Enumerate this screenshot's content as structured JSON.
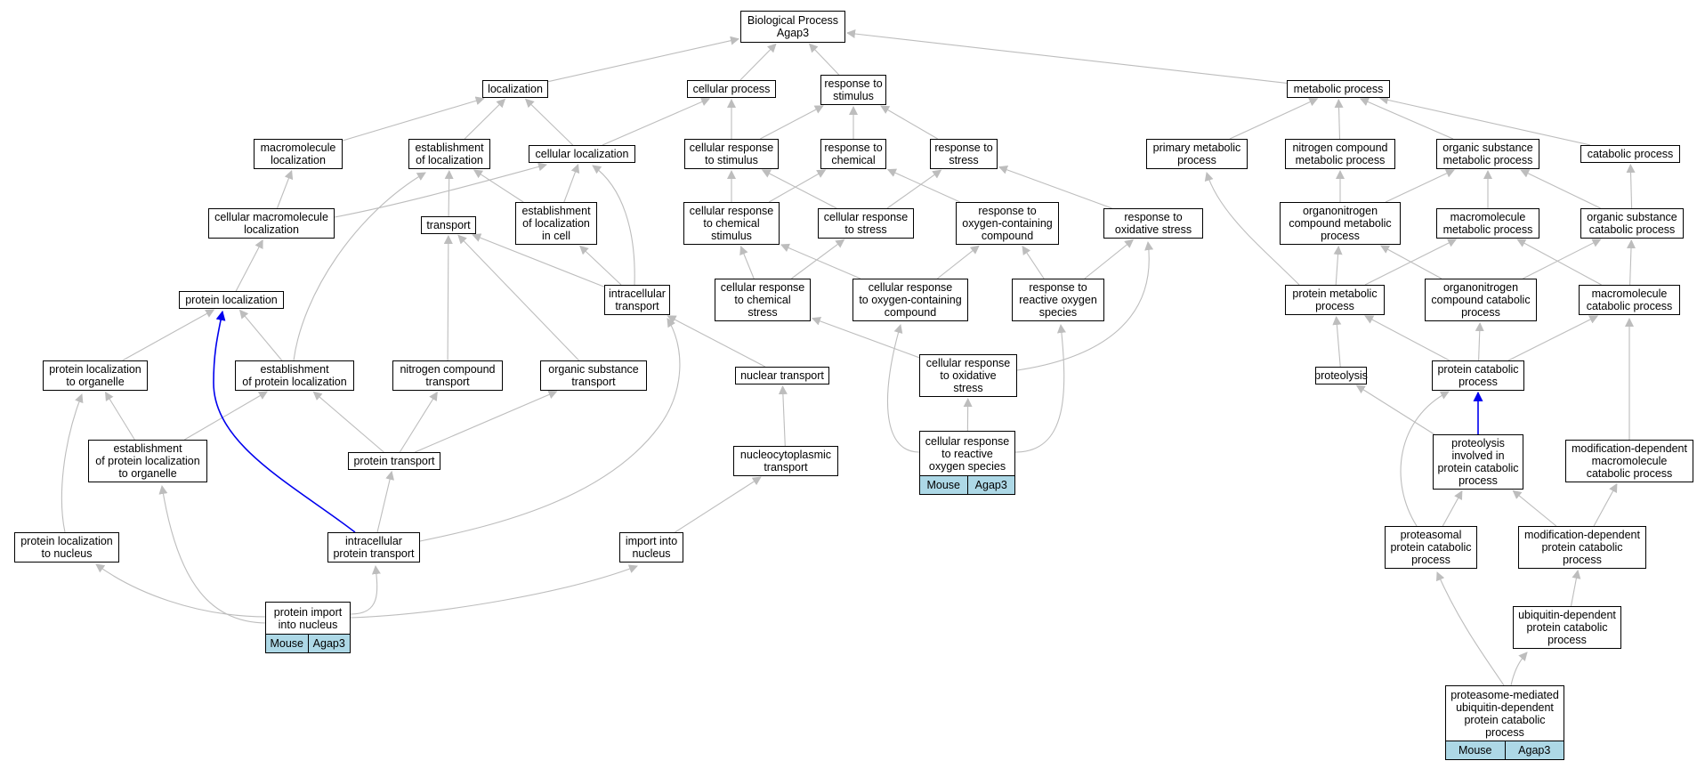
{
  "colors": {
    "edge": "#bdbdbd",
    "highlight_edge": "#0000ee",
    "legend_fill": "#add8e6"
  },
  "nodes": {
    "biological_process": "Biological Process\nAgap3",
    "localization": "localization",
    "cellular_process": "cellular process",
    "response_to_stimulus": "response to\nstimulus",
    "metabolic_process": "metabolic process",
    "macromolecule_localization": "macromolecule\nlocalization",
    "establishment_of_localization": "establishment\nof localization",
    "cellular_localization": "cellular localization",
    "cellular_response_to_stimulus": "cellular response\nto stimulus",
    "response_to_chemical": "response to\nchemical",
    "response_to_stress": "response to\nstress",
    "primary_metabolic_process": "primary metabolic\nprocess",
    "nitrogen_compound_metabolic_process": "nitrogen compound\nmetabolic process",
    "organic_substance_metabolic_process": "organic substance\nmetabolic process",
    "catabolic_process": "catabolic process",
    "cellular_macromolecule_localization": "cellular macromolecule\nlocalization",
    "transport": "transport",
    "establishment_of_localization_in_cell": "establishment\nof localization\nin cell",
    "cellular_response_to_chemical_stimulus": "cellular response\nto chemical\nstimulus",
    "cellular_response_to_stress": "cellular response\nto stress",
    "response_to_oxygen_containing_compound": "response to\noxygen-containing\ncompound",
    "response_to_oxidative_stress": "response to\noxidative stress",
    "organonitrogen_compound_metabolic_process": "organonitrogen\ncompound metabolic\nprocess",
    "macromolecule_metabolic_process": "macromolecule\nmetabolic process",
    "organic_substance_catabolic_process": "organic substance\ncatabolic process",
    "protein_localization": "protein localization",
    "intracellular_transport": "intracellular\ntransport",
    "cellular_response_to_chemical_stress": "cellular response\nto chemical\nstress",
    "cellular_response_to_oxygen_containing_compound": "cellular response\nto oxygen-containing\ncompound",
    "response_to_reactive_oxygen_species": "response to\nreactive oxygen\nspecies",
    "protein_metabolic_process": "protein metabolic\nprocess",
    "organonitrogen_compound_catabolic_process": "organonitrogen\ncompound catabolic\nprocess",
    "macromolecule_catabolic_process": "macromolecule\ncatabolic process",
    "protein_localization_to_organelle": "protein localization\nto organelle",
    "establishment_of_protein_localization": "establishment\nof protein localization",
    "nitrogen_compound_transport": "nitrogen compound\ntransport",
    "organic_substance_transport": "organic substance\ntransport",
    "nuclear_transport": "nuclear transport",
    "cellular_response_to_oxidative_stress": "cellular response\nto oxidative\nstress",
    "proteolysis": "proteolysis",
    "protein_catabolic_process": "protein catabolic\nprocess",
    "establishment_of_protein_localization_to_organelle": "establishment\nof protein localization\nto organelle",
    "protein_transport": "protein transport",
    "nucleocytoplasmic_transport": "nucleocytoplasmic\ntransport",
    "cellular_response_to_reactive_oxygen_species": "cellular response\nto reactive\noxygen species",
    "proteolysis_involved_in_protein_catabolic_process": "proteolysis\ninvolved in\nprotein catabolic\nprocess",
    "modification_dependent_macromolecule_catabolic_process": "modification-dependent\nmacromolecule\ncatabolic process",
    "protein_localization_to_nucleus": "protein localization\nto nucleus",
    "intracellular_protein_transport": "intracellular\nprotein transport",
    "import_into_nucleus": "import into\nnucleus",
    "proteasomal_protein_catabolic_process": "proteasomal\nprotein catabolic\nprocess",
    "modification_dependent_protein_catabolic_process": "modification-dependent\nprotein catabolic\nprocess",
    "protein_import_into_nucleus": "protein import\ninto nucleus",
    "ubiquitin_dependent_protein_catabolic_process": "ubiquitin-dependent\nprotein catabolic\nprocess",
    "proteasome_mediated_ubiquitin_dependent_protein_catabolic_process": "proteasome-mediated\nubiquitin-dependent\nprotein catabolic\nprocess"
  },
  "legend_cells": {
    "protein_import_into_nucleus": [
      "Mouse",
      "Agap3"
    ],
    "cellular_response_to_reactive_oxygen_species": [
      "Mouse",
      "Agap3"
    ],
    "proteasome_mediated_ubiquitin_dependent_protein_catabolic_process": [
      "Mouse",
      "Agap3"
    ]
  },
  "edges": [
    [
      "localization",
      "biological_process"
    ],
    [
      "cellular_process",
      "biological_process"
    ],
    [
      "response_to_stimulus",
      "biological_process"
    ],
    [
      "metabolic_process",
      "biological_process"
    ],
    [
      "macromolecule_localization",
      "localization"
    ],
    [
      "establishment_of_localization",
      "localization"
    ],
    [
      "cellular_localization",
      "localization"
    ],
    [
      "cellular_localization",
      "cellular_process"
    ],
    [
      "cellular_response_to_stimulus",
      "cellular_process"
    ],
    [
      "cellular_response_to_stimulus",
      "response_to_stimulus"
    ],
    [
      "response_to_chemical",
      "response_to_stimulus"
    ],
    [
      "response_to_stress",
      "response_to_stimulus"
    ],
    [
      "primary_metabolic_process",
      "metabolic_process"
    ],
    [
      "nitrogen_compound_metabolic_process",
      "metabolic_process"
    ],
    [
      "organic_substance_metabolic_process",
      "metabolic_process"
    ],
    [
      "catabolic_process",
      "metabolic_process"
    ],
    [
      "cellular_macromolecule_localization",
      "macromolecule_localization"
    ],
    [
      "cellular_macromolecule_localization",
      "cellular_localization"
    ],
    [
      "transport",
      "establishment_of_localization"
    ],
    [
      "establishment_of_localization_in_cell",
      "establishment_of_localization"
    ],
    [
      "establishment_of_localization_in_cell",
      "cellular_localization"
    ],
    [
      "cellular_response_to_chemical_stimulus",
      "cellular_response_to_stimulus"
    ],
    [
      "cellular_response_to_chemical_stimulus",
      "response_to_chemical"
    ],
    [
      "cellular_response_to_stress",
      "cellular_response_to_stimulus"
    ],
    [
      "cellular_response_to_stress",
      "response_to_stress"
    ],
    [
      "response_to_oxygen_containing_compound",
      "response_to_chemical"
    ],
    [
      "response_to_oxidative_stress",
      "response_to_stress"
    ],
    [
      "organonitrogen_compound_metabolic_process",
      "nitrogen_compound_metabolic_process"
    ],
    [
      "organonitrogen_compound_metabolic_process",
      "organic_substance_metabolic_process"
    ],
    [
      "macromolecule_metabolic_process",
      "organic_substance_metabolic_process"
    ],
    [
      "organic_substance_catabolic_process",
      "organic_substance_metabolic_process"
    ],
    [
      "organic_substance_catabolic_process",
      "catabolic_process"
    ],
    [
      "protein_localization",
      "cellular_macromolecule_localization"
    ],
    [
      "intracellular_transport",
      "transport"
    ],
    [
      "intracellular_transport",
      "establishment_of_localization_in_cell"
    ],
    [
      "intracellular_transport",
      "cellular_localization"
    ],
    [
      "cellular_response_to_chemical_stress",
      "cellular_response_to_chemical_stimulus"
    ],
    [
      "cellular_response_to_chemical_stress",
      "cellular_response_to_stress"
    ],
    [
      "cellular_response_to_oxygen_containing_compound",
      "cellular_response_to_chemical_stimulus"
    ],
    [
      "cellular_response_to_oxygen_containing_compound",
      "response_to_oxygen_containing_compound"
    ],
    [
      "response_to_reactive_oxygen_species",
      "response_to_oxygen_containing_compound"
    ],
    [
      "response_to_reactive_oxygen_species",
      "response_to_oxidative_stress"
    ],
    [
      "protein_metabolic_process",
      "primary_metabolic_process"
    ],
    [
      "protein_metabolic_process",
      "organonitrogen_compound_metabolic_process"
    ],
    [
      "protein_metabolic_process",
      "macromolecule_metabolic_process"
    ],
    [
      "organonitrogen_compound_catabolic_process",
      "organonitrogen_compound_metabolic_process"
    ],
    [
      "organonitrogen_compound_catabolic_process",
      "organic_substance_catabolic_process"
    ],
    [
      "macromolecule_catabolic_process",
      "macromolecule_metabolic_process"
    ],
    [
      "macromolecule_catabolic_process",
      "organic_substance_catabolic_process"
    ],
    [
      "protein_localization_to_organelle",
      "protein_localization"
    ],
    [
      "establishment_of_protein_localization",
      "protein_localization"
    ],
    [
      "establishment_of_protein_localization",
      "establishment_of_localization"
    ],
    [
      "nitrogen_compound_transport",
      "transport"
    ],
    [
      "organic_substance_transport",
      "transport"
    ],
    [
      "nuclear_transport",
      "intracellular_transport"
    ],
    [
      "cellular_response_to_oxidative_stress",
      "cellular_response_to_chemical_stress"
    ],
    [
      "cellular_response_to_oxidative_stress",
      "response_to_oxidative_stress"
    ],
    [
      "proteolysis",
      "protein_metabolic_process"
    ],
    [
      "protein_catabolic_process",
      "protein_metabolic_process"
    ],
    [
      "protein_catabolic_process",
      "organonitrogen_compound_catabolic_process"
    ],
    [
      "protein_catabolic_process",
      "macromolecule_catabolic_process"
    ],
    [
      "establishment_of_protein_localization_to_organelle",
      "protein_localization_to_organelle"
    ],
    [
      "establishment_of_protein_localization_to_organelle",
      "establishment_of_protein_localization"
    ],
    [
      "protein_transport",
      "establishment_of_protein_localization"
    ],
    [
      "protein_transport",
      "nitrogen_compound_transport"
    ],
    [
      "protein_transport",
      "organic_substance_transport"
    ],
    [
      "nucleocytoplasmic_transport",
      "nuclear_transport"
    ],
    [
      "cellular_response_to_reactive_oxygen_species",
      "cellular_response_to_oxygen_containing_compound"
    ],
    [
      "cellular_response_to_reactive_oxygen_species",
      "response_to_reactive_oxygen_species"
    ],
    [
      "cellular_response_to_reactive_oxygen_species",
      "cellular_response_to_oxidative_stress"
    ],
    [
      "proteolysis_involved_in_protein_catabolic_process",
      "proteolysis"
    ],
    [
      "proteolysis_involved_in_protein_catabolic_process",
      "protein_catabolic_process",
      "highlight"
    ],
    [
      "modification_dependent_macromolecule_catabolic_process",
      "macromolecule_catabolic_process"
    ],
    [
      "protein_localization_to_nucleus",
      "protein_localization_to_organelle"
    ],
    [
      "intracellular_protein_transport",
      "protein_localization",
      "highlight"
    ],
    [
      "intracellular_protein_transport",
      "protein_transport"
    ],
    [
      "intracellular_protein_transport",
      "intracellular_transport"
    ],
    [
      "import_into_nucleus",
      "nucleocytoplasmic_transport"
    ],
    [
      "proteasomal_protein_catabolic_process",
      "proteolysis_involved_in_protein_catabolic_process"
    ],
    [
      "proteasomal_protein_catabolic_process",
      "protein_catabolic_process"
    ],
    [
      "modification_dependent_protein_catabolic_process",
      "proteolysis_involved_in_protein_catabolic_process"
    ],
    [
      "modification_dependent_protein_catabolic_process",
      "modification_dependent_macromolecule_catabolic_process"
    ],
    [
      "protein_import_into_nucleus",
      "protein_localization_to_nucleus"
    ],
    [
      "protein_import_into_nucleus",
      "establishment_of_protein_localization_to_organelle"
    ],
    [
      "protein_import_into_nucleus",
      "intracellular_protein_transport"
    ],
    [
      "protein_import_into_nucleus",
      "import_into_nucleus"
    ],
    [
      "ubiquitin_dependent_protein_catabolic_process",
      "modification_dependent_protein_catabolic_process"
    ],
    [
      "proteasome_mediated_ubiquitin_dependent_protein_catabolic_process",
      "proteasomal_protein_catabolic_process"
    ],
    [
      "proteasome_mediated_ubiquitin_dependent_protein_catabolic_process",
      "ubiquitin_dependent_protein_catabolic_process"
    ]
  ]
}
